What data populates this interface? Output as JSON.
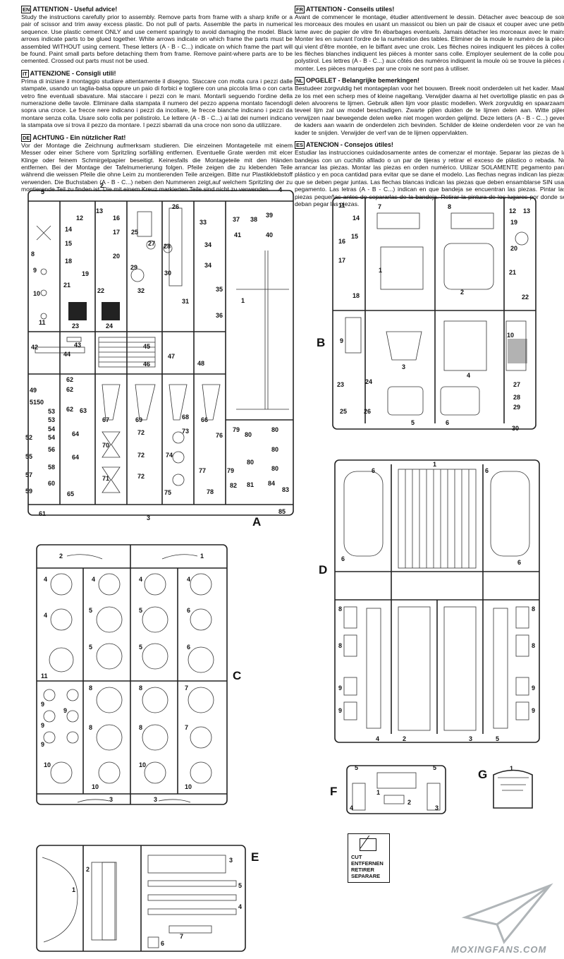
{
  "instructions": {
    "left": [
      {
        "lang": "EN",
        "title": "ATTENTION - Useful advice!",
        "text": "Study the instructions carefully prior to assembly. Remove parts from frame with a sharp knife or a pair of scissor and trim away excess plastic. Do not pull of parts. Assemble the parts in numerical sequence. Use plastic cement ONLY and use cement sparingly to avoid damaging the model. Black arrows indicate parts to be glued together. White arrows indicate on which frame the parts must be assembled WITHOUT using cement. These letters (A - B - C...) indicate on which frame the part will be found. Paint small parts before detaching them from frame. Remove paint-where parts are to be cemented. Crossed out parts must not be used."
      },
      {
        "lang": "IT",
        "title": "ATTENZIONE - Consigli utili!",
        "text": "Prima di iniziare il montaggio studiare attentamente il disegno. Staccare con molta cura i pezzi dalle stampate, usando un taglia-balsa oppure un paio di forbici e togliere con una piccola lima o con carta vetro fine eventuali sbavature. Mai staccare i pezzi con le mani. Montarli seguendo l'ordine della numerazione delle tavole. Eliminare dalla stampata il numero del pezzo appena montato facendogli sopra una croce. Le frecce nere indicano i pezzi da incollare, le frecce bianche indicano i pezzi da montare senza colla. Usare solo colla per polistirolo. Le lettere (A - B - C...) ai lati dei numeri indicano la stampata ove si trova il pezzo da montare. I pezzi sbarrati da una croce non sono da utilizzare."
      },
      {
        "lang": "DE",
        "title": "ACHTUNG - Ein nützlicher Rat!",
        "text": "Vor der Montage die Zeichnung aufmerksam studieren. Die einzeinen Montageteile mit einem Messer oder einer Schere vom Spritzling sorfälling entfernen. Eventuelle Grate werden mit elcer Klinge oder feinem Schmirgelpapier beseitigt. Keinesfalls die Montageteile mit den Händen entfernen. Bei der Montage der Tafelnumerierung folgen. Pfeile zeigen die zu klebenden Teile während die weissen Pfeile die ohne Leim zu montierenden Teile anzeigen. Bitte nur Plastikklebstoff verwenden. Die Buchstaben (A - B - C...) neben den Nummeren zeigt,auf welchem Spritzling der zu montierende Teil zu finden ist. Die mit einem Kreuz markierten Teile sind nicht zu verwenden."
      }
    ],
    "right": [
      {
        "lang": "FR",
        "title": "ATTENTION - Conseils utiles!",
        "text": "Avant de commencer le montage, étudier attentivement le dessin. Détacher avec beacoup de soin les morceaux des moules en usant un massicot ou bien un pair de cisaux et couper avec une petite lame avec de papier de vitre fin ébarbages eventuels. Jamais détacher les morceaux avec le mains Monter les en suivant l'ordre de la numération des tables. Eliminer de la moule le numéro de la pièce qui vient d'être montée, en le biffant avec une croix. Les flèches noires indiquent les pièces à coller, les flèches blanches indiquent les pièces à monter sans colle. Employer seulement de la colle pour polystirol. Les lettres (A - B - C...) aux côtés des numéros indiquent la moule où se trouve la pièces a monter. Les pièces marquées par une croix ne sont pas à utiliser."
      },
      {
        "lang": "NL",
        "title": "OPGELET - Belangrijke bemerkingen!",
        "text": "Bestudeer zorgvuldig het montageplan voor het bouwen. Breek nooit onderdelen uit het kader. Maak ze los met een scherp mes of kleine nageltang. Verwijder daarna al het overtollige plastic en pas de delen alvoorens te lijmen. Gebruik allen lijm voor plastic modellen. Werk zorgvuldig en spaarzaam, teveel lijm zal uw model beschadigen. Zwarte pijlen duiden de te lijmen delen aan. Witte pijlen verwijzen naar bewegende delen welke niet mogen worden gelijmd. Deze letters (A - B - C...) geven de kaders aan waarin de onderdelen zich bevinden. Schilder de kleine onderdelen voor ze van het kader te snijden. Verwijder de verf van de te lijmen oppervlakten."
      },
      {
        "lang": "ES",
        "title": "ATENCION - Consejos útiles!",
        "text": "Estudiar las instrucciones cuidadosamente antes de comenzar el montaje. Separar las piezas de la bandejas con un cuchillo afilado o un par de tijeras y retirar el exceso de plástico o rebada. No arrancar las piezas. Montar las piezas en orden numérico. Utilizar SOLAMENTE pegamento para plástico y en poca cantidad para evitar que se dane el modelo. Las flechas negras indican las piezas que se deben pegar juntas. Las flechas blancas indican las piezas que deben ensamblarse SIN usar pegamento. Las letras (A - B - C...) indican en que bandeja se encuentran las piezas. Pintar las piezas pequeñas antes de separarlas de la bandeja. Retirar la pintura de los lugares por donde se deban pegar las piezas."
      }
    ]
  },
  "frames": {
    "A": {
      "letter": "A"
    },
    "B": {
      "letter": "B"
    },
    "C": {
      "letter": "C"
    },
    "D": {
      "letter": "D"
    },
    "E": {
      "letter": "E"
    },
    "F": {
      "letter": "F"
    },
    "G": {
      "letter": "G"
    }
  },
  "cut_box": {
    "lines": [
      "CUT",
      "ENTFERNEN",
      "RETIRER",
      "SEPARARE"
    ]
  },
  "watermark": {
    "text": "MOXINGFANS.COM"
  }
}
